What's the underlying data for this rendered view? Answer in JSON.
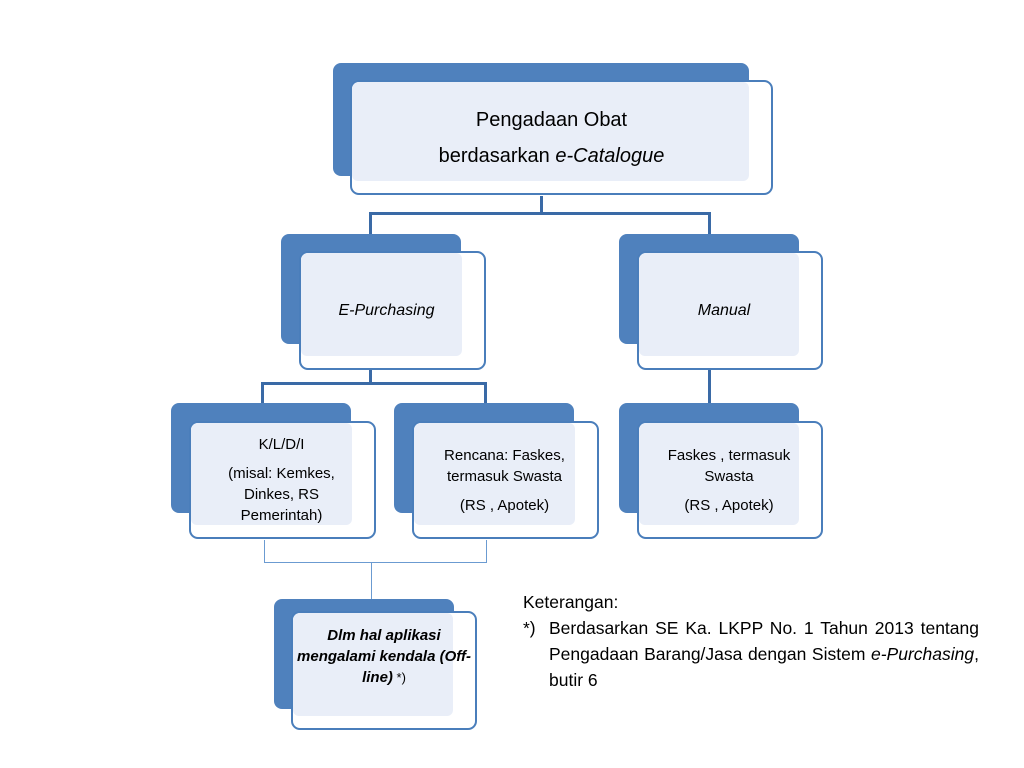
{
  "root": {
    "line1": "Pengadaan Obat",
    "line2_prefix": "berdasarkan ",
    "line2_em_prefix": "e-",
    "line2_em": "Catalogue"
  },
  "branches": {
    "left_label": "E-Purchasing",
    "right_label": "Manual"
  },
  "leaves": {
    "kldi_title": "K/L/D/I",
    "kldi_detail": "(misal: Kemkes, Dinkes, RS Pemerintah)",
    "rencana_line1": "Rencana: Faskes, termasuk Swasta",
    "rencana_line2": "(RS , Apotek)",
    "manual_line1": "Faskes , termasuk Swasta",
    "manual_line2": "(RS , Apotek)"
  },
  "note": {
    "text": "Dlm hal aplikasi mengalami kendala (Off-line)",
    "marker": " *)"
  },
  "legend": {
    "title": "Keterangan:",
    "marker": "*)",
    "text_before": "Berdasarkan SE Ka. LKPP No. 1 Tahun 2013 tentang Pengadaan Barang/Jasa dengan Sistem ",
    "text_em": "e-Purchasing",
    "text_after": ", butir 6"
  },
  "colors": {
    "back_box": "#4f81bd",
    "border": "#4a7ebb",
    "tint": "#e9eef8",
    "connector": "#3a6aa6"
  }
}
